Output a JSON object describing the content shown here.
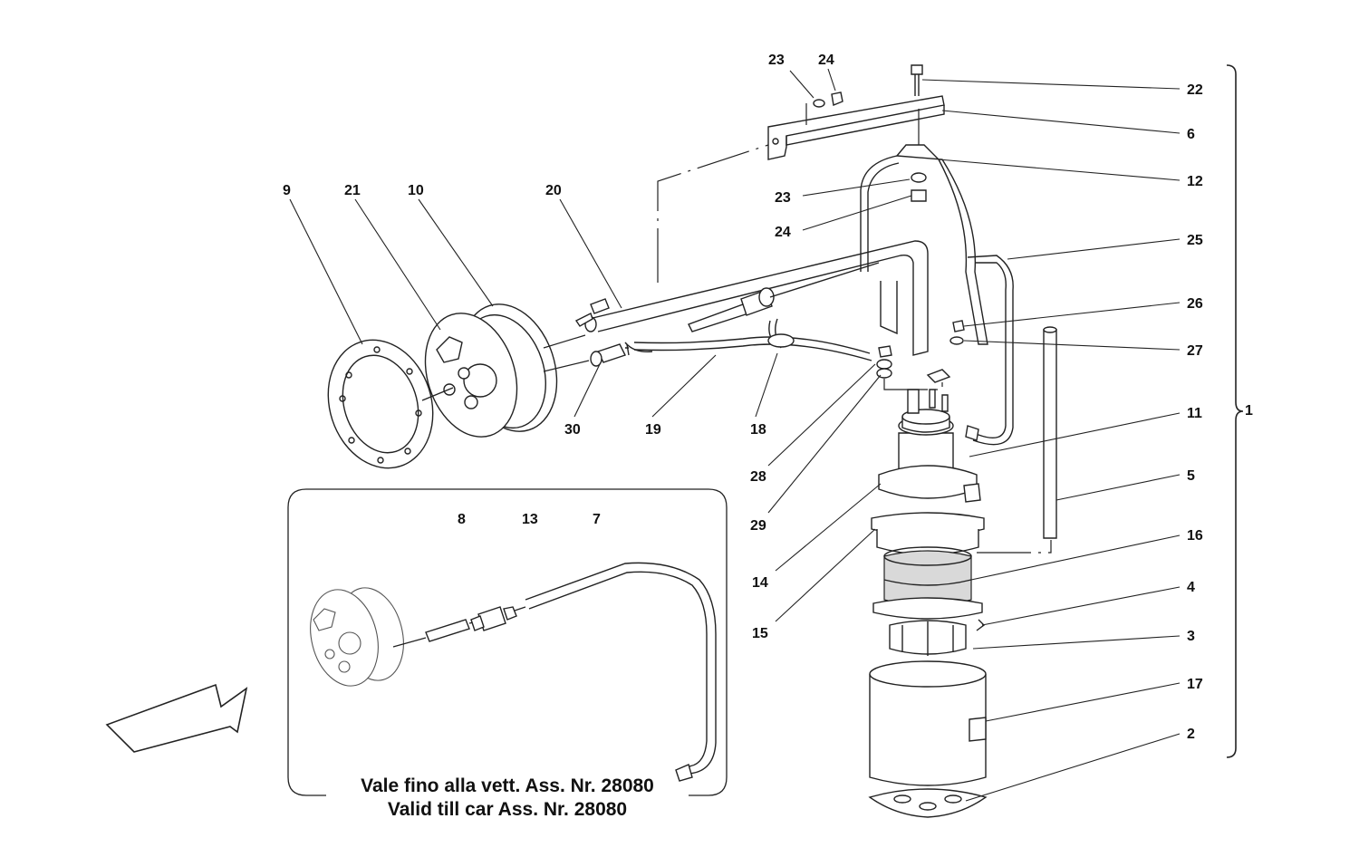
{
  "callouts": [
    "1",
    "2",
    "3",
    "4",
    "5",
    "6",
    "7",
    "8",
    "9",
    "10",
    "11",
    "12",
    "13",
    "14",
    "15",
    "16",
    "17",
    "18",
    "19",
    "20",
    "21",
    "22",
    "23",
    "24",
    "25",
    "26",
    "27",
    "28",
    "29",
    "30"
  ],
  "inset": {
    "caption_it": "Vale fino alla vett. Ass. Nr. 28080",
    "caption_en": "Valid till car Ass. Nr. 28080"
  },
  "icons": {
    "arrow": "direction-arrow-icon"
  }
}
